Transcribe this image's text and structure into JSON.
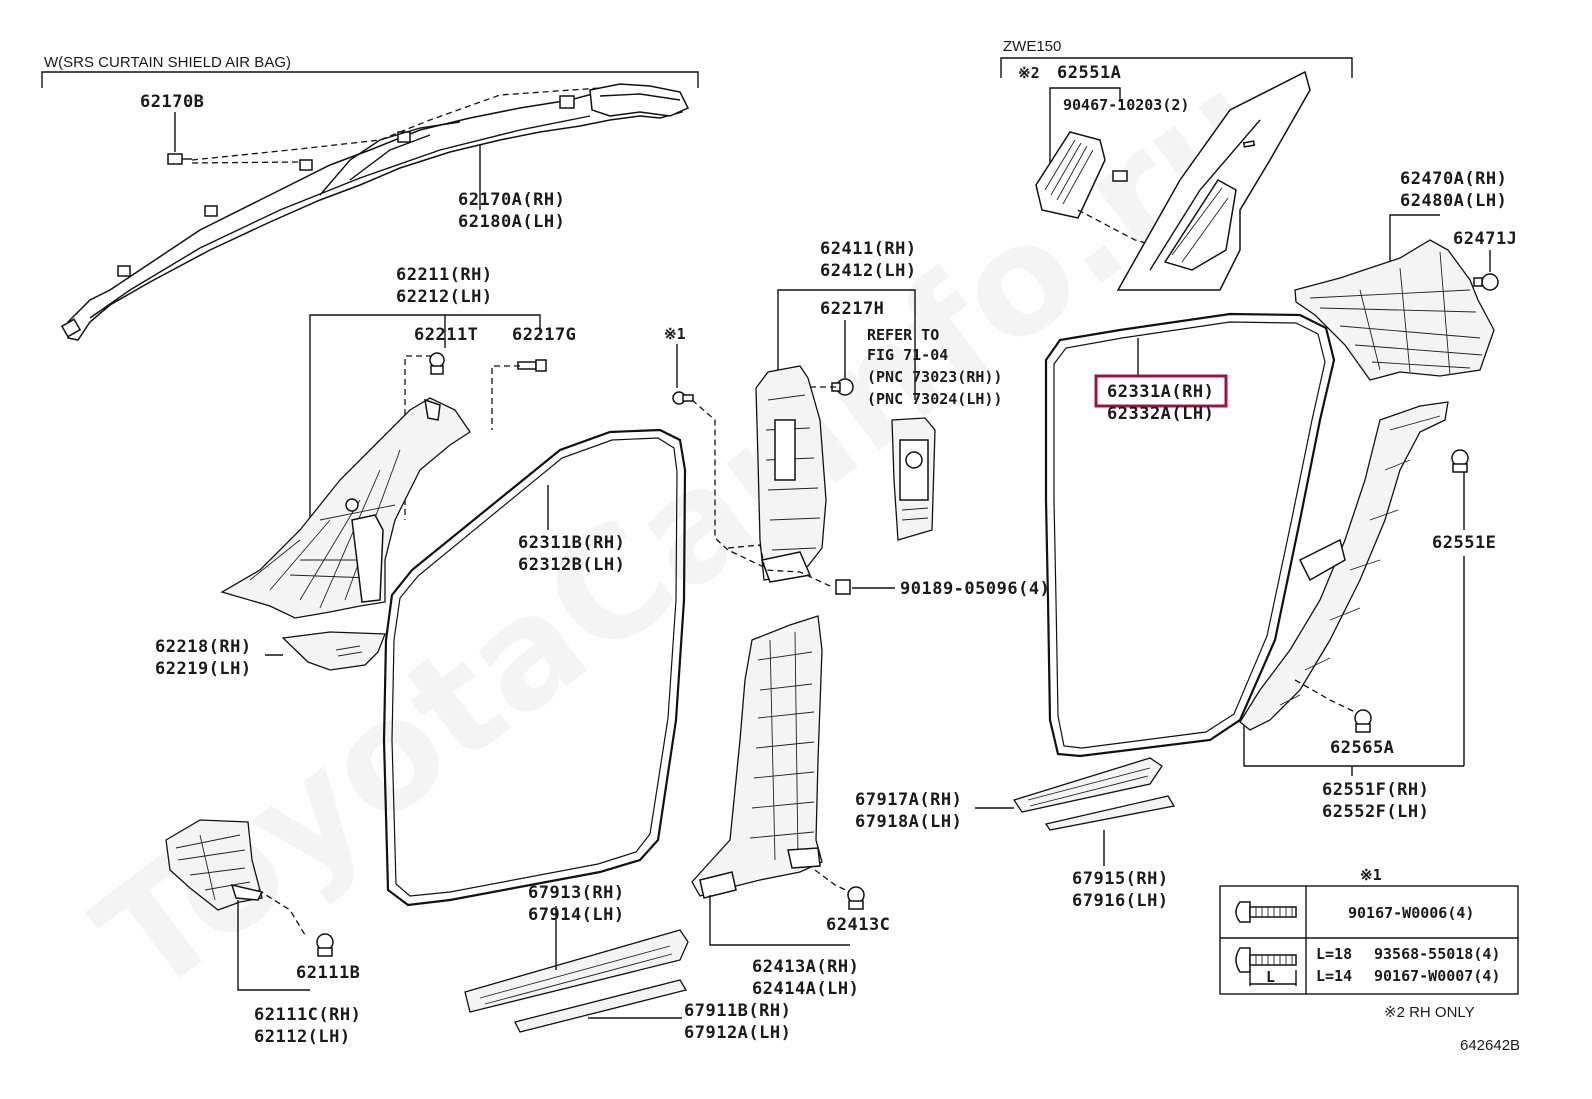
{
  "title": "W(SRS CURTAIN SHIELD AIR BAG)",
  "variant": "ZWE150",
  "watermark": "ToyotaCarInfo.ru",
  "figure_code": "642642B",
  "highlight_color": "#a0143c",
  "labels": {
    "p62170B": "62170B",
    "p62170A": "62170A(RH)",
    "p62180A": "62180A(LH)",
    "p62211": "62211(RH)",
    "p62212": "62212(LH)",
    "p62211T": "62211T",
    "p62217G": "62217G",
    "p62218": "62218(RH)",
    "p62219": "62219(LH)",
    "p62111C": "62111C(RH)",
    "p62112": "62112(LH)",
    "p62111B": "62111B",
    "p62311B": "62311B(RH)",
    "p62312B": "62312B(LH)",
    "mark1_small": "※1",
    "p62411": "62411(RH)",
    "p62412": "62412(LH)",
    "p62217H": "62217H",
    "refer1": "REFER TO",
    "refer2": "FIG 71-04",
    "refer3": "(PNC 73023(RH))",
    "refer4": "(PNC 73024(LH))",
    "p90189": "90189-05096(4)",
    "p67913": "67913(RH)",
    "p67914": "67914(LH)",
    "p62413C": "62413C",
    "p62413A": "62413A(RH)",
    "p62414A": "62414A(LH)",
    "p67911B": "67911B(RH)",
    "p67912A": "67912A(LH)",
    "mark2": "※2",
    "p62551A": "62551A",
    "p90467": "90467-10203(2)",
    "p62331A": "62331A(RH)",
    "p62332A": "62332A(LH)",
    "p62470A": "62470A(RH)",
    "p62480A": "62480A(LH)",
    "p62471J": "62471J",
    "p62551E": "62551E",
    "p62565A": "62565A",
    "p62551F": "62551F(RH)",
    "p62552F": "62552F(LH)",
    "p67917A": "67917A(RH)",
    "p67918A": "67918A(LH)",
    "p67915": "67915(RH)",
    "p67916": "67916(LH)"
  },
  "fastener_table": {
    "header": "※1",
    "row1": "90167-W0006(4)",
    "row2a_len": "L=18",
    "row2a_part": "93568-55018(4)",
    "row2b_len": "L=14",
    "row2b_part": "90167-W0007(4)",
    "dim_label": "L"
  },
  "footnote": "※2  RH ONLY"
}
